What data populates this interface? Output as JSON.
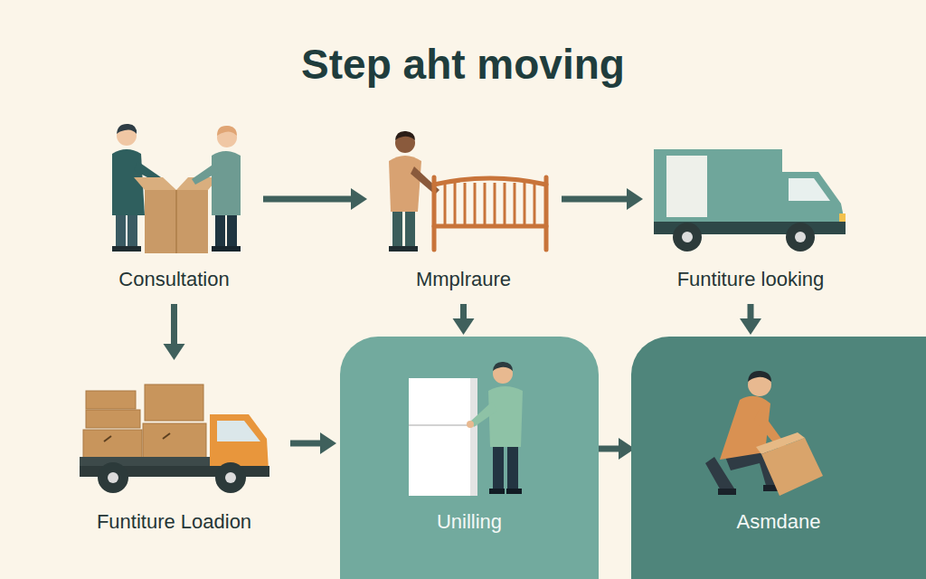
{
  "diagram": {
    "title": "Step aht moving",
    "nodes": [
      {
        "text": [
          "Consultation"
        ]
      },
      {
        "text": [
          "Mmplraure"
        ]
      },
      {
        "text": [
          "Funtiture looking"
        ]
      },
      {
        "text": [
          "Funtiture Loadion"
        ]
      },
      {
        "text": [
          "Unilling"
        ]
      },
      {
        "text": [
          "Asmdane"
        ]
      }
    ],
    "edges": [
      {
        "from": 0,
        "to": 1,
        "arrow": "to"
      },
      {
        "from": 1,
        "to": 2,
        "arrow": "to"
      },
      {
        "from": 0,
        "to": 3,
        "arrow": "to"
      },
      {
        "from": 1,
        "to": 4,
        "arrow": "to"
      },
      {
        "from": 2,
        "to": 5,
        "arrow": "to"
      },
      {
        "from": 3,
        "to": 4,
        "arrow": "to"
      },
      {
        "from": 4,
        "to": 5,
        "arrow": "to"
      }
    ]
  }
}
